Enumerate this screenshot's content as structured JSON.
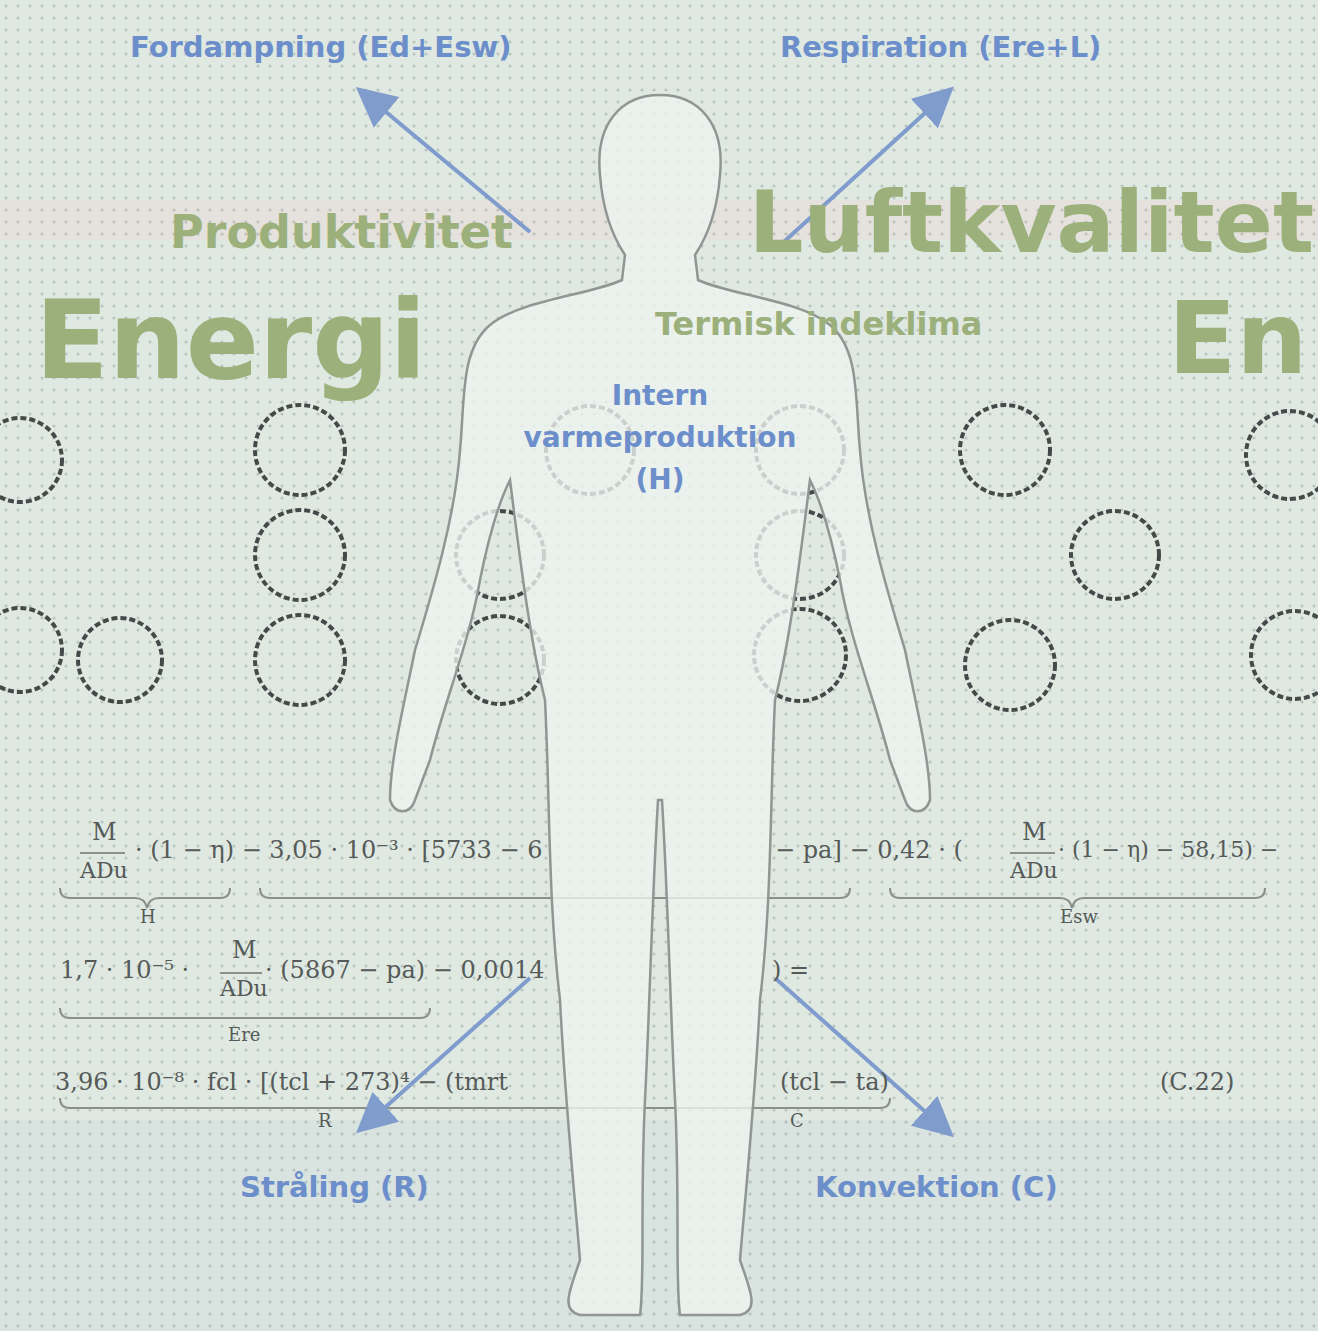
{
  "diagram": {
    "nodes": [
      {
        "text": [
          "Intern varmeproduktion (H)"
        ]
      }
    ],
    "labels": [
      "Fordampning (Ed+Esw)",
      "Respiration (Ere+L)",
      "Produktivitet",
      "Luftkvalitet",
      "Energi",
      "En",
      "Termisk indeklima",
      "M",
      "ADu",
      "· (1 − η) − 3,05 · 10⁻³ · [5733 − 6",
      "− pa] − 0,42 · (",
      "M",
      "ADu",
      "· (1 − η) − 58,15) −",
      "H",
      "Esw",
      "1,7 · 10⁻⁵ ·",
      "M",
      "ADu",
      "· (5867 − pa) − 0,0014",
      "Ere",
      ") =",
      "3,96 · 10⁻⁸ · fcl · [(tcl + 273)⁴ − (tmrt",
      "(tcl − ta)",
      "R",
      "C",
      "(C.22)",
      "Stråling (R)",
      "Konvektion (C)"
    ]
  }
}
